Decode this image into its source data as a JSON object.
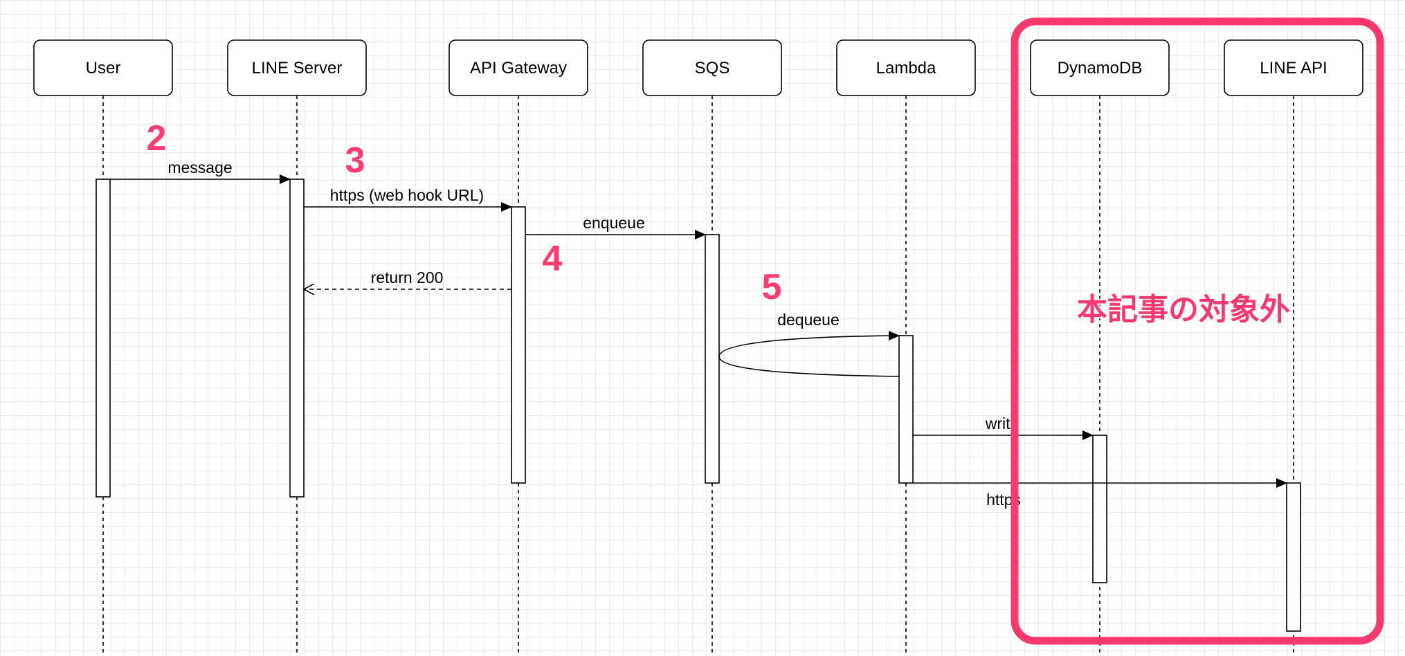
{
  "participants": [
    {
      "id": "user",
      "label": "User"
    },
    {
      "id": "line_server",
      "label": "LINE Server"
    },
    {
      "id": "api_gateway",
      "label": "API Gateway"
    },
    {
      "id": "sqs",
      "label": "SQS"
    },
    {
      "id": "lambda",
      "label": "Lambda"
    },
    {
      "id": "dynamodb",
      "label": "DynamoDB"
    },
    {
      "id": "line_api",
      "label": "LINE API"
    }
  ],
  "messages": [
    {
      "id": "message",
      "label": "message",
      "from": "user",
      "to": "line_server",
      "style": "solid"
    },
    {
      "id": "https_webhook",
      "label": "https (web hook URL)",
      "from": "line_server",
      "to": "api_gateway",
      "style": "solid"
    },
    {
      "id": "enqueue",
      "label": "enqueue",
      "from": "api_gateway",
      "to": "sqs",
      "style": "solid"
    },
    {
      "id": "return_200",
      "label": "return 200",
      "from": "api_gateway",
      "to": "line_server",
      "style": "dashed"
    },
    {
      "id": "dequeue",
      "label": "dequeue",
      "from": "lambda",
      "to": "lambda",
      "style": "loop"
    },
    {
      "id": "write",
      "label": "write",
      "from": "lambda",
      "to": "dynamodb",
      "style": "solid"
    },
    {
      "id": "https_line_api",
      "label": "https",
      "from": "lambda",
      "to": "line_api",
      "style": "solid"
    }
  ],
  "step_numbers": [
    "2",
    "3",
    "4",
    "5"
  ],
  "out_of_scope": {
    "label": "本記事の対象外",
    "color": "#f93870"
  },
  "colors": {
    "accent": "#ff3b6f",
    "line": "#000000",
    "grid": "#ececec"
  }
}
